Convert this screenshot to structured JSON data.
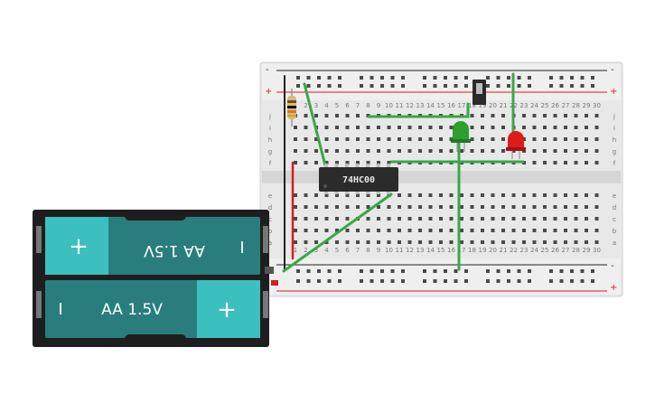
{
  "breadboard": {
    "rail_plus": "+",
    "rail_minus": "-",
    "row_letters_top": [
      "j",
      "i",
      "h",
      "g",
      "f"
    ],
    "row_letters_bottom": [
      "e",
      "d",
      "c",
      "b",
      "a"
    ],
    "column_numbers": [
      "1",
      "2",
      "3",
      "4",
      "5",
      "6",
      "7",
      "8",
      "9",
      "10",
      "11",
      "12",
      "13",
      "14",
      "15",
      "16",
      "17",
      "18",
      "19",
      "20",
      "21",
      "22",
      "23",
      "24",
      "25",
      "26",
      "27",
      "28",
      "29",
      "30"
    ]
  },
  "ic": {
    "label": "74HC00"
  },
  "battery_pack": {
    "cell_top": {
      "label": "AA 1.5V",
      "plus": "+",
      "minus": "I"
    },
    "cell_bottom": {
      "label": "AA 1.5V",
      "plus": "+",
      "minus": "I"
    }
  },
  "colors": {
    "board": "#e6e6e6",
    "wire_green": "#3aa845",
    "wire_red": "#d21f1f",
    "led_green": "#2e9e2e",
    "led_red": "#e01b1b",
    "battery_teal": "#3bbfbf",
    "battery_dark": "#2a7d7d"
  }
}
